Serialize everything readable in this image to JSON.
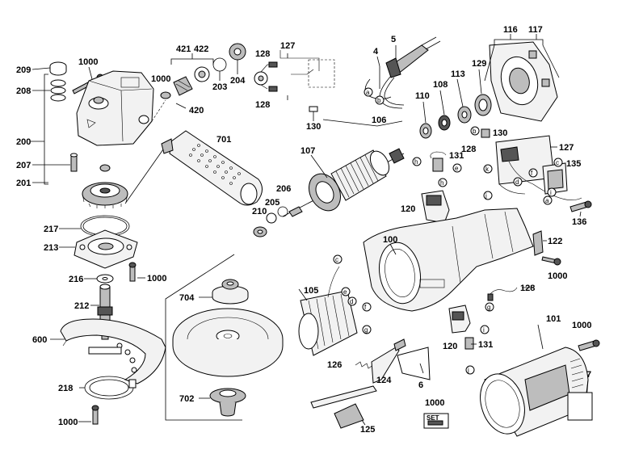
{
  "labels": {
    "p209": "209",
    "p1000_a": "1000",
    "p208": "208",
    "p200": "200",
    "p207": "207",
    "p201": "201",
    "p217": "217",
    "p213": "213",
    "p216": "216",
    "p1000_b": "1000",
    "p212": "212",
    "p600": "600",
    "p218": "218",
    "p1000_c": "1000",
    "p421": "421",
    "p422": "422",
    "p1000_d": "1000",
    "p204": "204",
    "p203": "203",
    "p420": "420",
    "p701": "701",
    "p206": "206",
    "p205": "205",
    "p210": "210",
    "p704": "704",
    "p702": "702",
    "p128_a": "128",
    "p127_a": "127",
    "p128_b": "128",
    "p130_a": "130",
    "p4": "4",
    "p5": "5",
    "p116": "116",
    "p117": "117",
    "p129": "129",
    "p113": "113",
    "p108": "108",
    "p110": "110",
    "p106": "106",
    "p130_b": "130",
    "p107": "107",
    "p131_a": "131",
    "p128_c": "128",
    "p127_b": "127",
    "p135": "135",
    "p136": "136",
    "p120_a": "120",
    "p100": "100",
    "p122": "122",
    "p1000_e": "1000",
    "p105": "105",
    "p128_d": "128",
    "p120_b": "120",
    "p131_b": "131",
    "p126": "126",
    "p124": "124",
    "p6": "6",
    "p101": "101",
    "p1000_f": "1000",
    "p7": "7",
    "p125": "125",
    "p1000_g": "1000",
    "set": "SET"
  },
  "markers": {
    "a1": "a",
    "b1": "b",
    "b2": "b",
    "c1": "c",
    "k1": "k",
    "h1": "h",
    "e1": "e",
    "h2": "h",
    "j1": "j",
    "d1": "d",
    "a2": "a",
    "f1": "f",
    "i1": "i",
    "c2": "c",
    "e2": "e",
    "d2": "d",
    "f2": "f",
    "g1": "g",
    "g2": "g",
    "i2": "i",
    "j2": "j"
  }
}
